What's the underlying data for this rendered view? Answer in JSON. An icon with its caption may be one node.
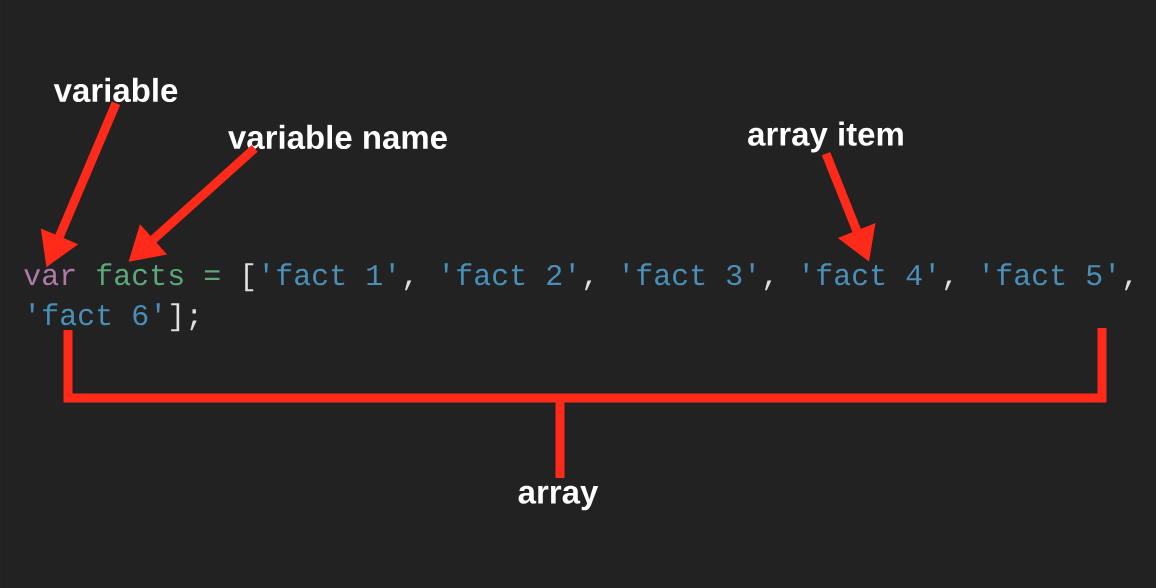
{
  "diagram": {
    "nodes": [
      {
        "text": [
          "variable"
        ]
      },
      {
        "text": [
          "var"
        ]
      },
      {
        "text": [
          "variable name"
        ]
      },
      {
        "text": [
          "facts"
        ]
      },
      {
        "text": [
          "array item"
        ]
      },
      {
        "text": [
          "'fact 4'"
        ]
      }
    ],
    "edges": [
      {
        "from": 0,
        "to": 1,
        "arrow": "to"
      },
      {
        "from": 2,
        "to": 3,
        "arrow": "to"
      },
      {
        "from": 4,
        "to": 5,
        "arrow": "to"
      }
    ],
    "labels": [
      "=",
      "[",
      "'fact 1'",
      ",",
      "'fact 2'",
      ",",
      "'fact 3'",
      ",",
      ",",
      "'fact 5'",
      ",",
      "'fact 6'",
      "];",
      "array"
    ]
  }
}
